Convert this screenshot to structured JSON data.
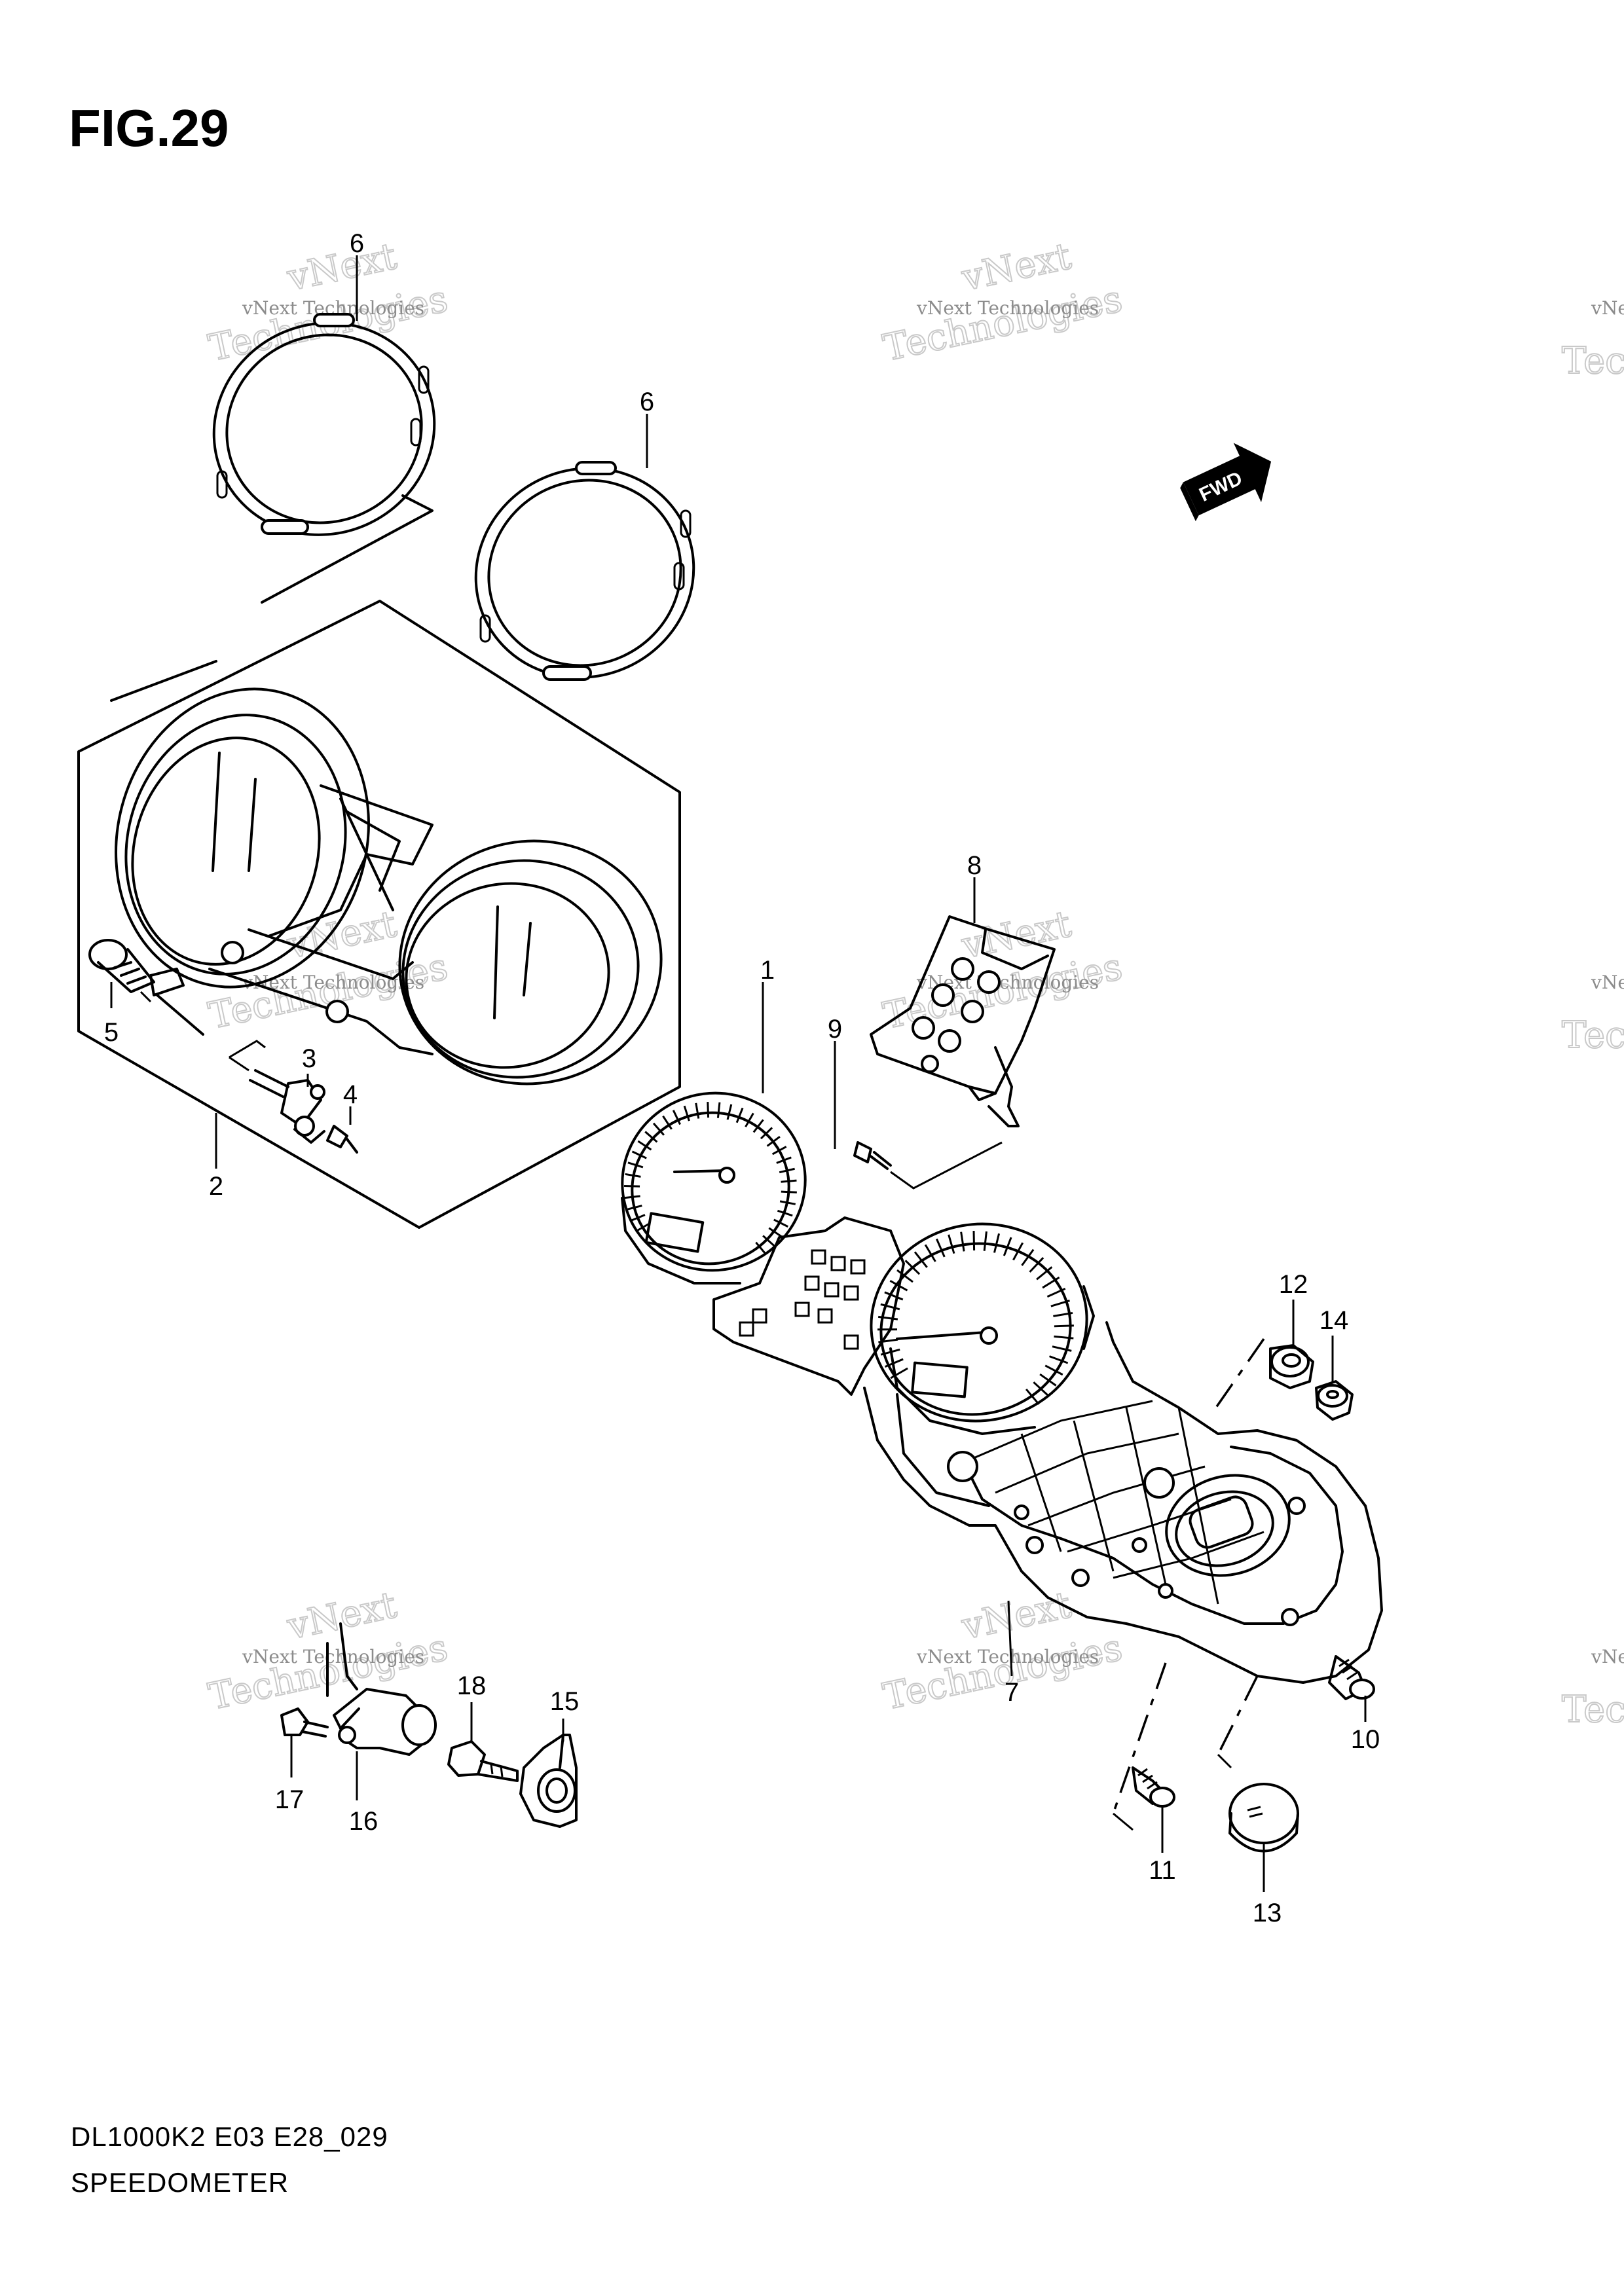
{
  "figure": {
    "title": "FIG.29",
    "model_code": "DL1000K2 E03 E28_029",
    "section_name": "SPEEDOMETER"
  },
  "fwd_label": "FWD",
  "watermark": {
    "line1": "vNext Technologies",
    "line2": "vNext",
    "line3": "Technologies",
    "line_partial": "vNe",
    "line_partial2": "Tec"
  },
  "callouts": [
    "1",
    "2",
    "3",
    "4",
    "5",
    "6",
    "6",
    "7",
    "8",
    "9",
    "10",
    "11",
    "12",
    "13",
    "14",
    "15",
    "16",
    "17",
    "18"
  ]
}
